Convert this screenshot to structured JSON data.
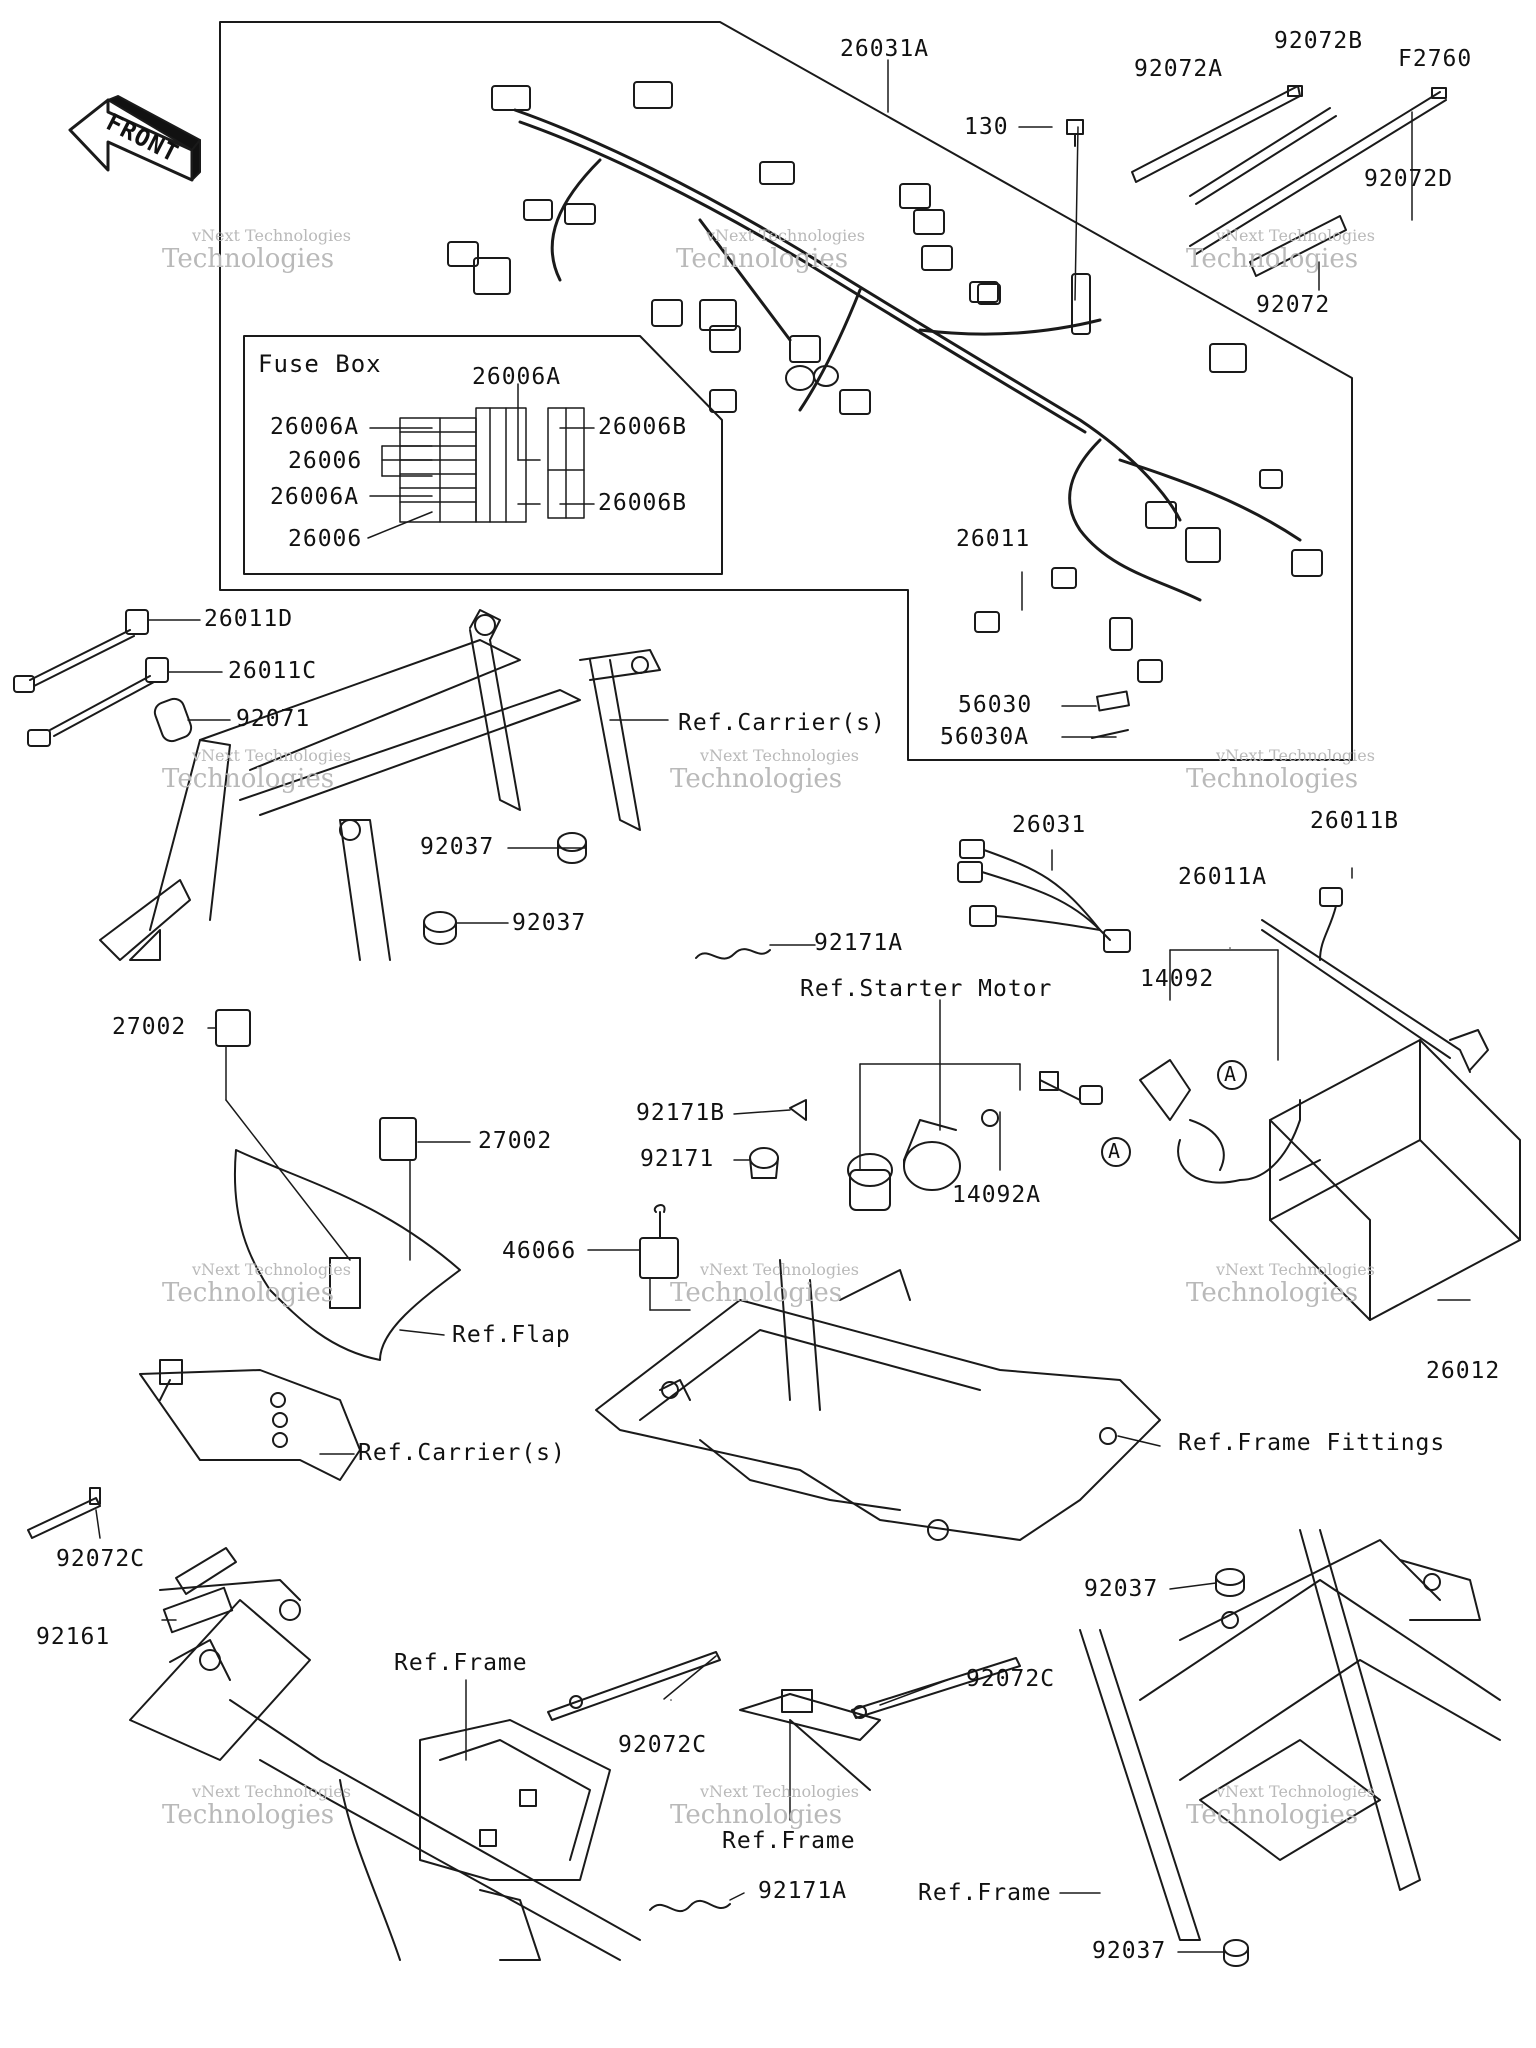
{
  "diagram": {
    "front_label": "FRONT",
    "fuse_box_title": "Fuse Box",
    "watermark": {
      "line1": "vNext Technologies",
      "line2": "Technologies"
    },
    "parts": [
      "26031A",
      "92072A",
      "92072B",
      "F2760",
      "130",
      "92072D",
      "92072",
      "26006A",
      "26006A",
      "26006B",
      "26006",
      "26006A",
      "26006B",
      "26006",
      "26011",
      "56030",
      "56030A",
      "26011D",
      "26011C",
      "92071",
      "Ref.Carrier(s)",
      "92037",
      "92037",
      "26031",
      "26011B",
      "26011A",
      "92171A",
      "14092",
      "Ref.Starter Motor",
      "27002",
      "27002",
      "92171B",
      "92171",
      "46066",
      "14092A",
      "Ref.Flap",
      "26012",
      "Ref.Frame Fittings",
      "Ref.Carrier(s)",
      "92072C",
      "92037",
      "92161",
      "Ref.Frame",
      "92072C",
      "92072C",
      "Ref.Frame",
      "92171A",
      "Ref.Frame",
      "92037"
    ]
  }
}
